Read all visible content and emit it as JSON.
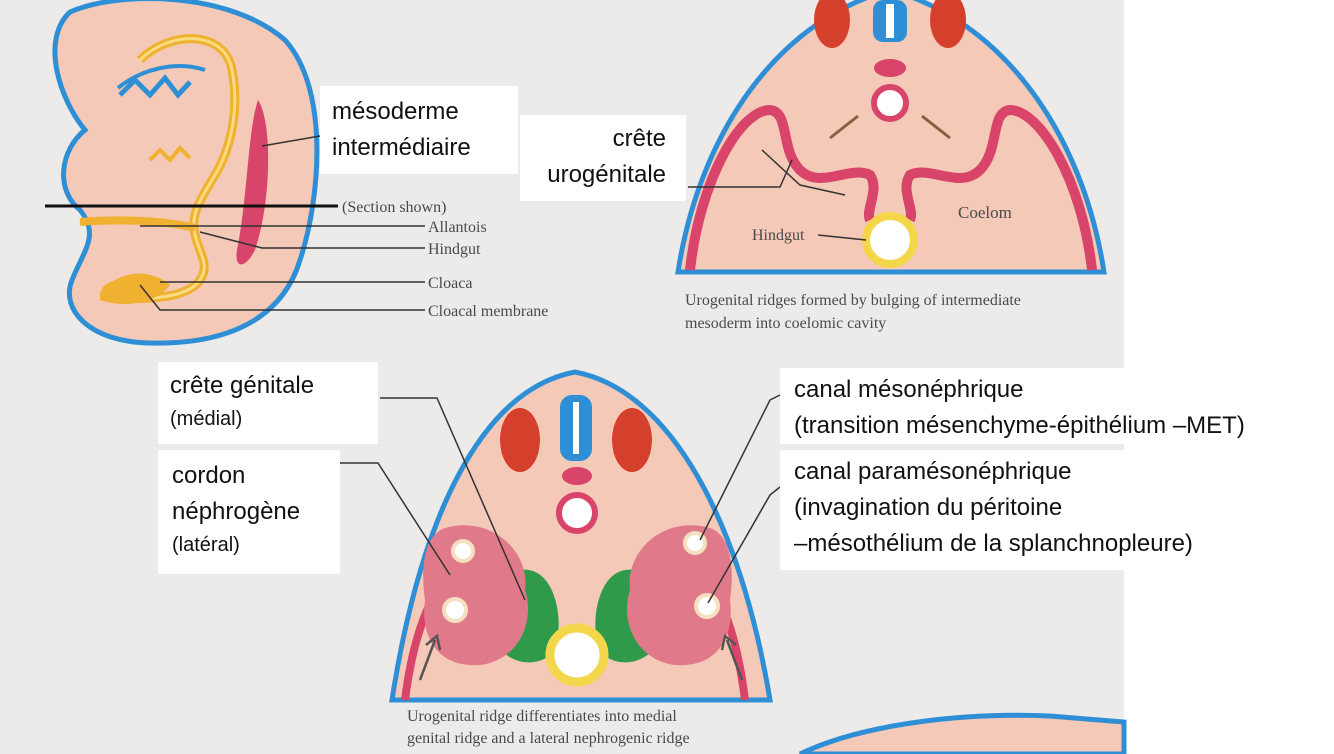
{
  "labels": {
    "mesoderme": [
      "mésoderme",
      "intermédiaire"
    ],
    "crete_urogenitale": [
      "crête",
      "urogénitale"
    ],
    "crete_genitale": {
      "main": "crête génitale",
      "sub": "(médial)"
    },
    "cordon": {
      "lines": [
        "cordon",
        "néphrogène"
      ],
      "sub": "(latéral)"
    },
    "canal_meso": [
      "canal mésonéphrique",
      "(transition mésenchyme-épithélium –MET)"
    ],
    "canal_parameso": [
      "canal paramésonéphrique",
      "(invagination du péritoine",
      "–mésothélium de la splanchnopleure)"
    ]
  },
  "embryo": {
    "section_shown": "(Section shown)",
    "allantois": "Allantois",
    "hindgut": "Hindgut",
    "cloaca": "Cloaca",
    "cloacal_membrane": "Cloacal membrane"
  },
  "section_top": {
    "hindgut": "Hindgut",
    "coelom": "Coelom",
    "caption": [
      "Urogenital ridges formed by bulging of intermediate",
      "mesoderm into coelomic cavity"
    ]
  },
  "section_bottom": {
    "caption": [
      "Urogenital ridge differentiates into medial",
      "genital ridge and a lateral nephrogenic ridge"
    ]
  },
  "colors": {
    "background_panel": "#ecebea",
    "tissue": "#f5c9b8",
    "ectoderm": "#2f8fd6",
    "mesoderm_red": "#d9446a",
    "somite": "#d5402c",
    "gut": "#f4d64a",
    "genital_green": "#2e9a4a",
    "ridge_pink": "#e07a8a"
  }
}
